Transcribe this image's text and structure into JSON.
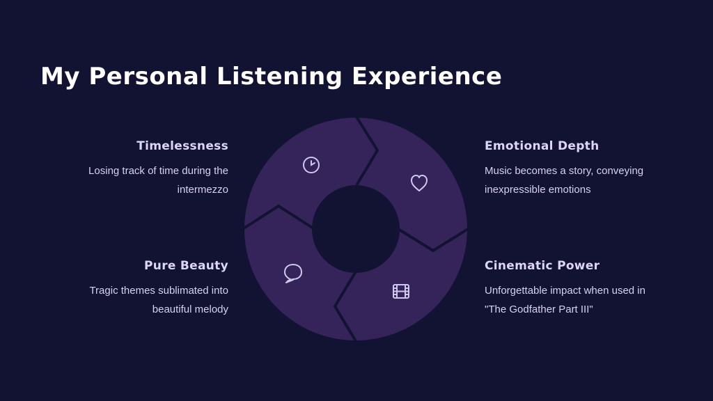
{
  "title": "My Personal Listening Experience",
  "colors": {
    "background": "#121233",
    "segment": "#352459",
    "icon": "#cfc8ee"
  },
  "items": [
    {
      "position": "top-left",
      "heading": "Timelessness",
      "line1": "Losing track of time during the",
      "line2": "intermezzo",
      "icon": "clock-icon"
    },
    {
      "position": "top-right",
      "heading": "Emotional Depth",
      "line1": "Music becomes a story, conveying",
      "line2": "inexpressible emotions",
      "icon": "heart-icon"
    },
    {
      "position": "bottom-left",
      "heading": "Pure Beauty",
      "line1": "Tragic themes sublimated into",
      "line2": "beautiful melody",
      "icon": "speech-bubble-icon"
    },
    {
      "position": "bottom-right",
      "heading": "Cinematic Power",
      "line1": "Unforgettable impact when used in",
      "line2": "\"The Godfather Part III\"",
      "icon": "film-icon"
    }
  ]
}
